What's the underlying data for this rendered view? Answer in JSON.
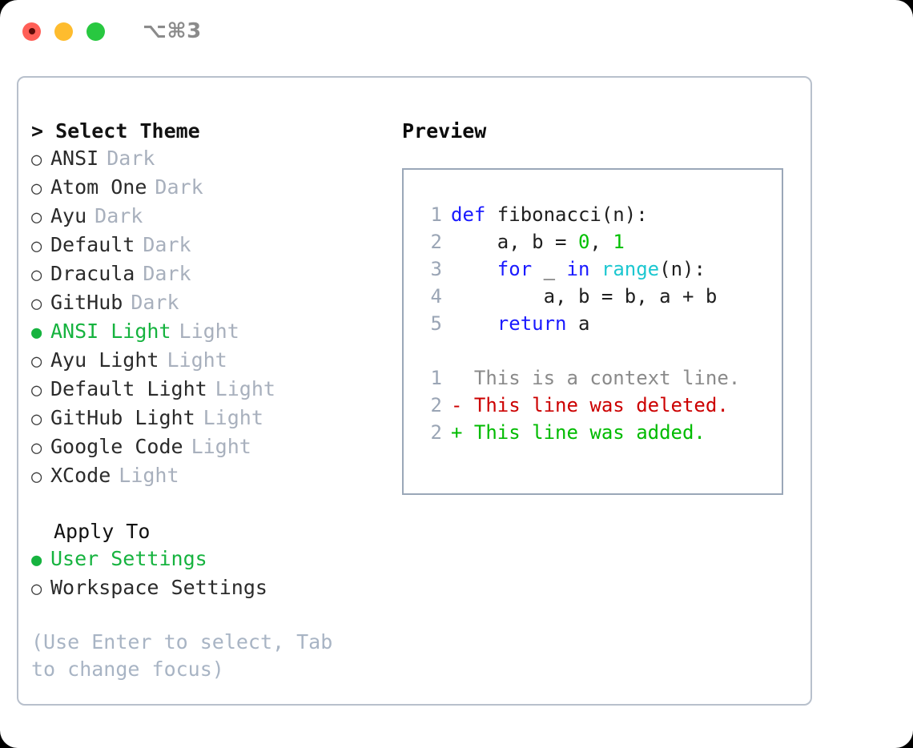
{
  "titlebar": {
    "shortcut": "⌥⌘3",
    "lights": [
      {
        "name": "close",
        "color": "#ff5f57"
      },
      {
        "name": "minimize",
        "color": "#febc2e"
      },
      {
        "name": "maximize",
        "color": "#28c840"
      }
    ]
  },
  "theme_selector": {
    "header": "> Select Theme",
    "options": [
      {
        "bullet": "○",
        "name": "ANSI",
        "tag": "Dark",
        "selected": false
      },
      {
        "bullet": "○",
        "name": "Atom One",
        "tag": "Dark",
        "selected": false
      },
      {
        "bullet": "○",
        "name": "Ayu",
        "tag": "Dark",
        "selected": false
      },
      {
        "bullet": "○",
        "name": "Default",
        "tag": "Dark",
        "selected": false
      },
      {
        "bullet": "○",
        "name": "Dracula",
        "tag": "Dark",
        "selected": false
      },
      {
        "bullet": "○",
        "name": "GitHub",
        "tag": "Dark",
        "selected": false
      },
      {
        "bullet": "●",
        "name": "ANSI Light",
        "tag": "Light",
        "selected": true
      },
      {
        "bullet": "○",
        "name": "Ayu Light",
        "tag": "Light",
        "selected": false
      },
      {
        "bullet": "○",
        "name": "Default Light",
        "tag": "Light",
        "selected": false
      },
      {
        "bullet": "○",
        "name": "GitHub Light",
        "tag": "Light",
        "selected": false
      },
      {
        "bullet": "○",
        "name": "Google Code",
        "tag": "Light",
        "selected": false
      },
      {
        "bullet": "○",
        "name": "XCode",
        "tag": "Light",
        "selected": false
      }
    ]
  },
  "apply_to": {
    "header": "Apply To",
    "options": [
      {
        "bullet": "●",
        "name": "User Settings",
        "selected": true
      },
      {
        "bullet": "○",
        "name": "Workspace Settings",
        "selected": false
      }
    ]
  },
  "hint": "(Use Enter to select, Tab to change focus)",
  "preview": {
    "title": "Preview",
    "code_lines": [
      {
        "ln": "1",
        "tokens": [
          {
            "t": "def ",
            "c": "kw"
          },
          {
            "t": "fibonacci(n):",
            "c": "fn"
          }
        ]
      },
      {
        "ln": "2",
        "tokens": [
          {
            "t": "    a, b = ",
            "c": "plain"
          },
          {
            "t": "0",
            "c": "num"
          },
          {
            "t": ", ",
            "c": "plain"
          },
          {
            "t": "1",
            "c": "num"
          }
        ]
      },
      {
        "ln": "3",
        "tokens": [
          {
            "t": "    ",
            "c": "plain"
          },
          {
            "t": "for",
            "c": "kw"
          },
          {
            "t": " _ ",
            "c": "plain"
          },
          {
            "t": "in",
            "c": "kw"
          },
          {
            "t": " ",
            "c": "plain"
          },
          {
            "t": "range",
            "c": "call"
          },
          {
            "t": "(n):",
            "c": "plain"
          }
        ]
      },
      {
        "ln": "4",
        "tokens": [
          {
            "t": "        a, b = b, a + b",
            "c": "plain"
          }
        ]
      },
      {
        "ln": "5",
        "tokens": [
          {
            "t": "    ",
            "c": "plain"
          },
          {
            "t": "return",
            "c": "kw"
          },
          {
            "t": " a",
            "c": "plain"
          }
        ]
      }
    ],
    "diff_lines": [
      {
        "ln": "1",
        "text": "  This is a context line.",
        "kind": "ctx"
      },
      {
        "ln": "2",
        "text": "- This line was deleted.",
        "kind": "del"
      },
      {
        "ln": "2",
        "text": "+ This line was added.",
        "kind": "add"
      }
    ]
  }
}
